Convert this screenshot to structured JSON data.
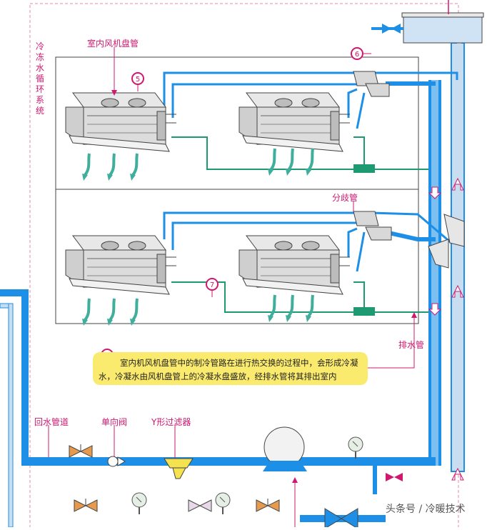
{
  "labels": {
    "system": "冷冻水循环系统",
    "fan_coil": "室内风机盘管",
    "branch": "分歧管",
    "drain": "排水管",
    "return_pipe": "回水管道",
    "check_valve": "单向阀",
    "y_filter": "Y形过滤器"
  },
  "badges": [
    "5",
    "6",
    "7",
    "7"
  ],
  "note": {
    "line1": "室内机风机盘管中的制冷管路在进行热交换的过程中，会形成冷凝",
    "line2": "水，冷凝水由风机盘管上的冷凝水盘盛放，经排水管将其排出室内"
  },
  "watermark": "头条号 / 冷暖技术",
  "colors": {
    "pipe_blue": "#1e8fe6",
    "pipe_light": "#c8def0",
    "drain_green": "#1e9a72",
    "label_pink": "#d01870",
    "note_yellow": "#faeb6e"
  }
}
